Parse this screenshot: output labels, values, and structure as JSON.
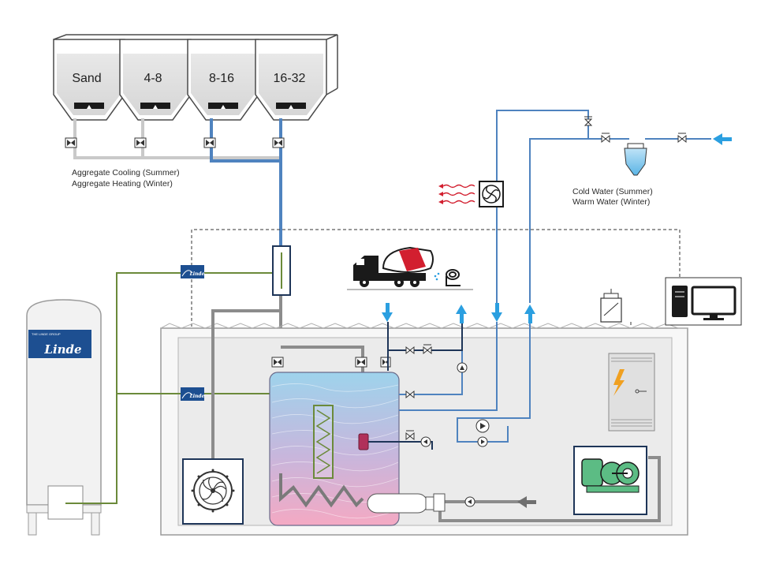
{
  "silos": [
    {
      "label": "Sand"
    },
    {
      "label": "4-8"
    },
    {
      "label": "8-16"
    },
    {
      "label": "16-32"
    }
  ],
  "aggregate": {
    "line1": "Aggregate Cooling (Summer)",
    "line2": "Aggregate Heating (Winter)"
  },
  "water": {
    "line1": "Cold Water (Summer)",
    "line2": "Warm Water (Winter)"
  },
  "tank": {
    "group_text": "THE LINDE GROUP",
    "logo_text": "Linde"
  },
  "logo_small": "Linde",
  "colors": {
    "pipe_gray": "#8c8c8c",
    "pipe_dark": "#6f6f6f",
    "pipe_blue": "#4f83bf",
    "pipe_navy": "#1e3558",
    "pipe_green": "#6b8a3a",
    "arrow_blue": "#2b9fe0",
    "logo_blue": "#1d4f91"
  }
}
